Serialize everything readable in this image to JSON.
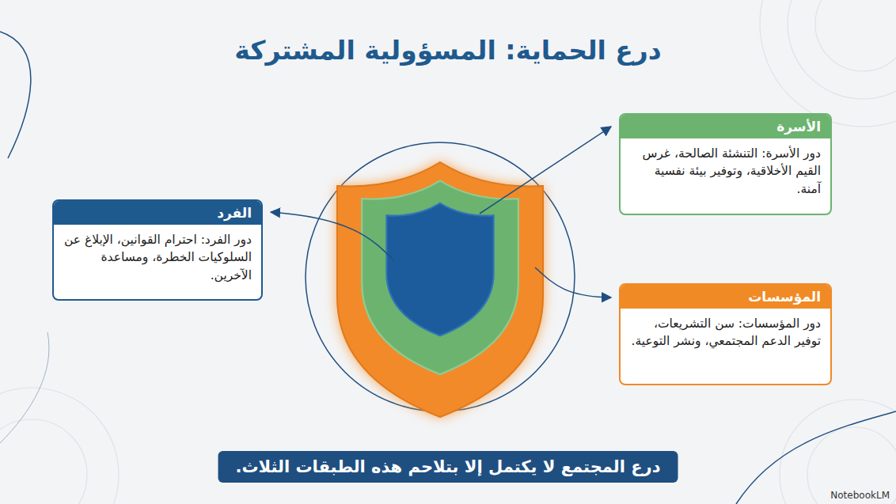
{
  "diagram": {
    "title": "درع الحماية: المسؤولية المشتركة",
    "caption": "درع المجتمع لا يكتمل إلا بتلاحم هذه الطبقات الثلاث.",
    "nodes": [
      {
        "text": [
          "الأسرة",
          "دور الأسرة: التنشئة الصالحة، غرس القيم الأخلاقية، وتوفير بيئة نفسية آمنة."
        ]
      },
      {
        "text": [
          "الفرد",
          "دور الفرد: احترام القوانين، الإبلاغ عن السلوكيات الخطرة، ومساعدة الآخرين."
        ]
      },
      {
        "text": [
          "المؤسسات",
          "دور المؤسسات: سن التشريعات، توفير الدعم المجتمعي، ونشر التوعية."
        ]
      }
    ],
    "labels": [
      "NotebookLM"
    ]
  }
}
